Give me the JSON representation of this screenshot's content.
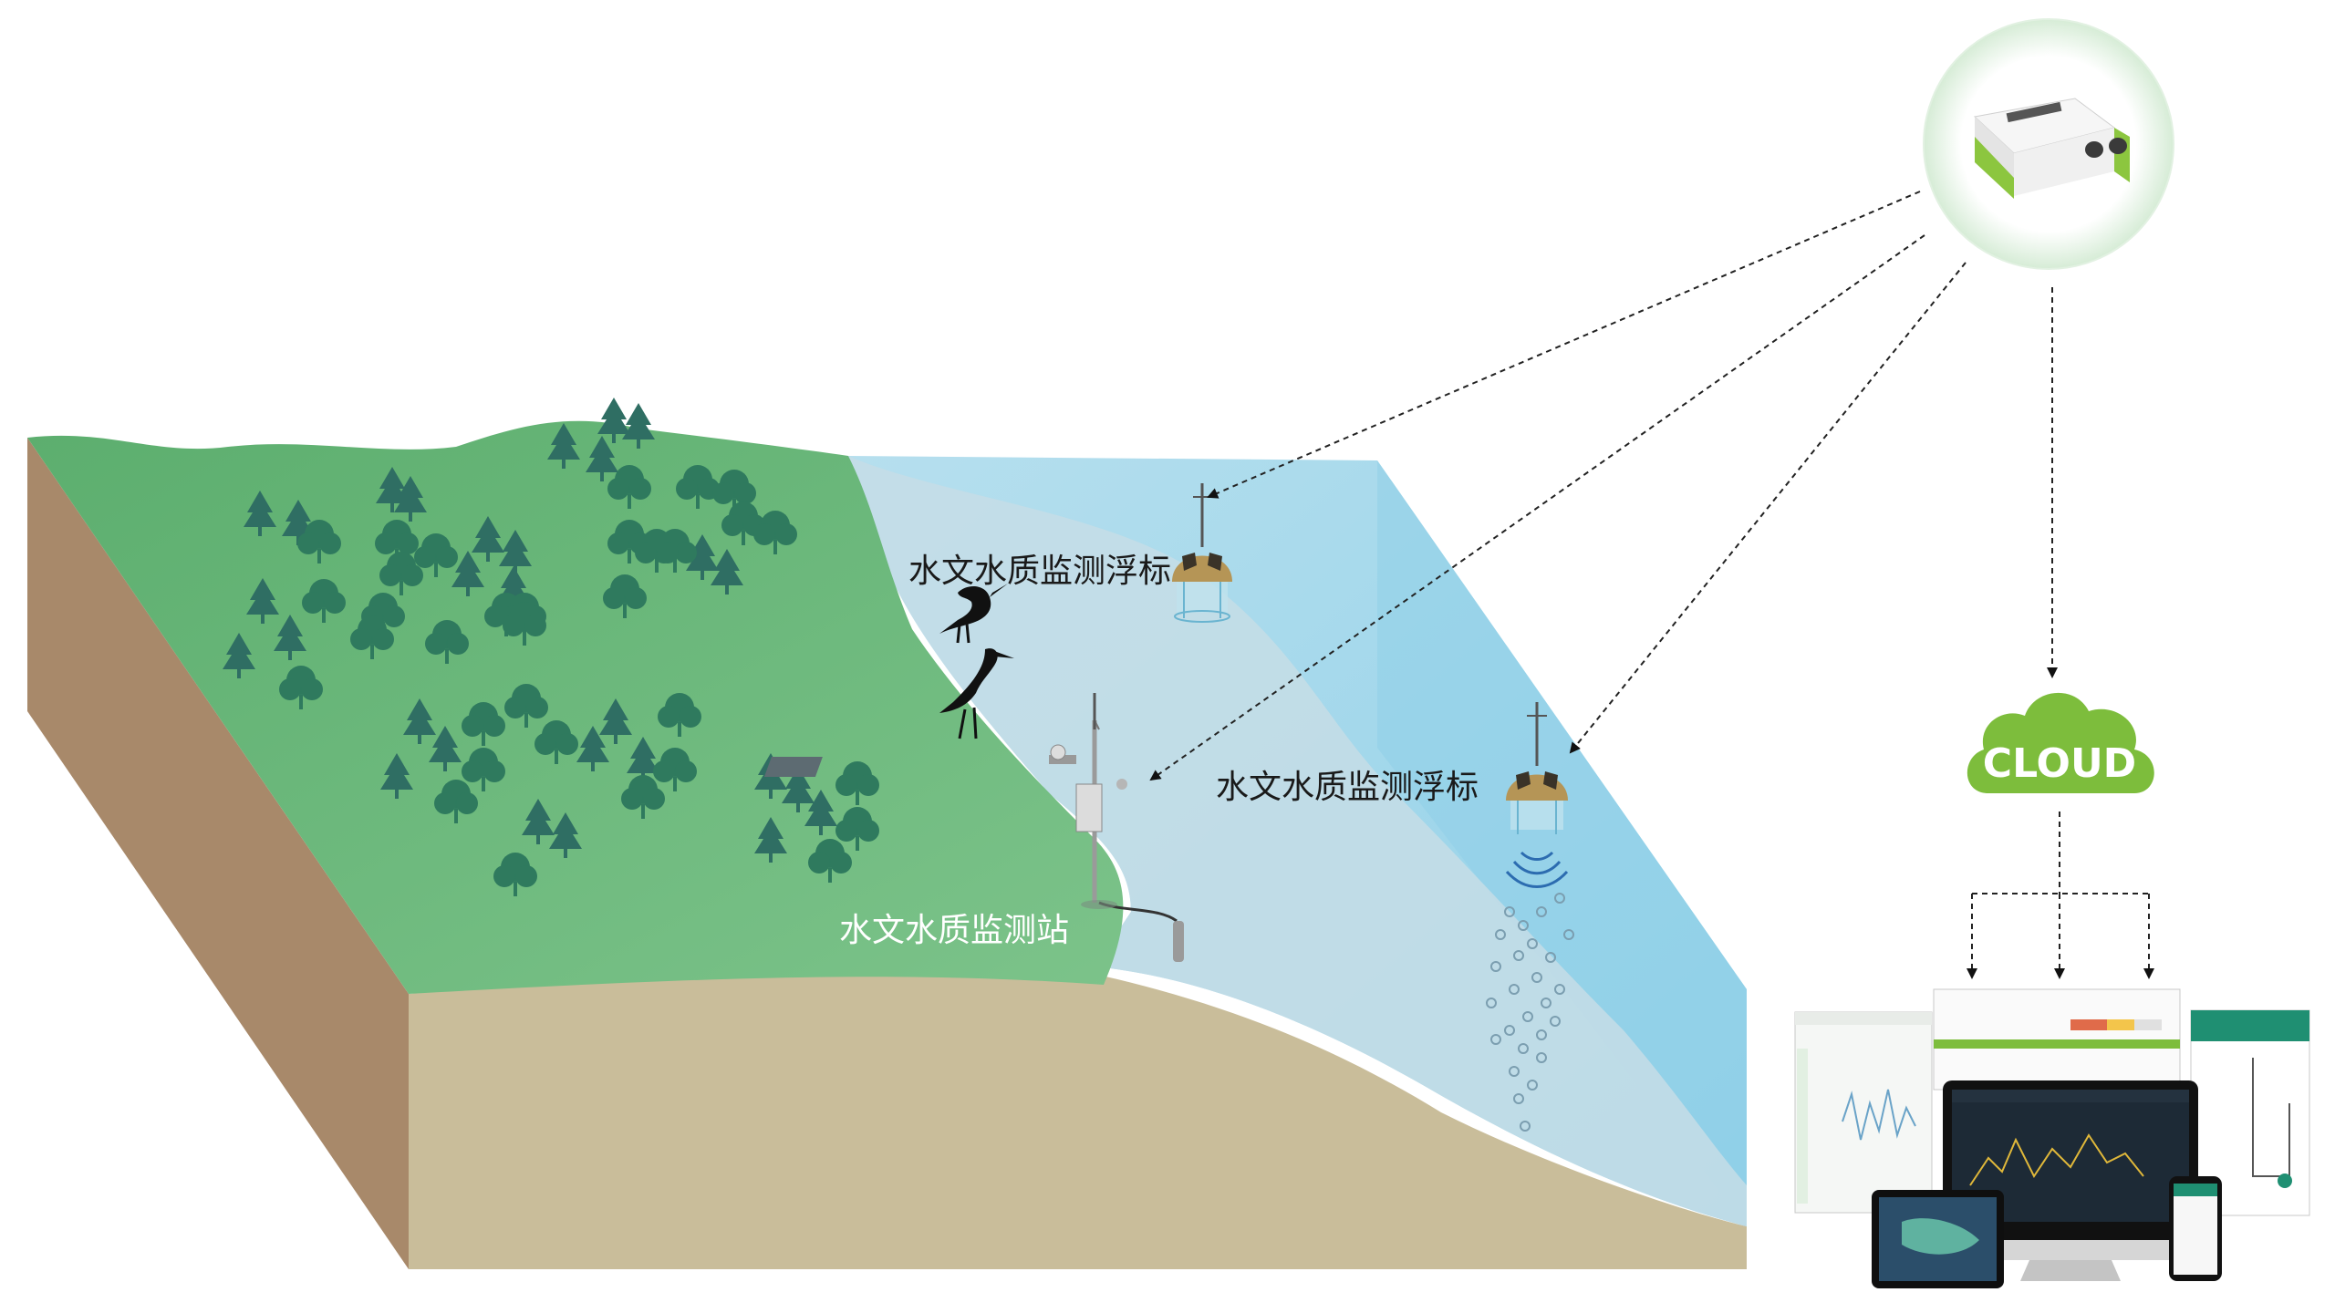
{
  "labels": {
    "buoy_1": "水文水质监测浮标",
    "buoy_2": "水文水质监测浮标",
    "station": "水文水质监测站",
    "cloud": "CLOUD"
  },
  "icons": {
    "gateway": "data-logger-device-icon",
    "cloud": "cloud-icon",
    "devices": "monitor-laptop-tablet-phone-icon"
  },
  "colors": {
    "land_green": "#6fbb7e",
    "land_side": "#a8896a",
    "sand": "#c8bc98",
    "water": "#aad9ec",
    "water_light": "#c4dde6",
    "tree": "#2f7a5e",
    "cloud_green": "#7dbd3c",
    "accent_green": "#8cc63f"
  }
}
